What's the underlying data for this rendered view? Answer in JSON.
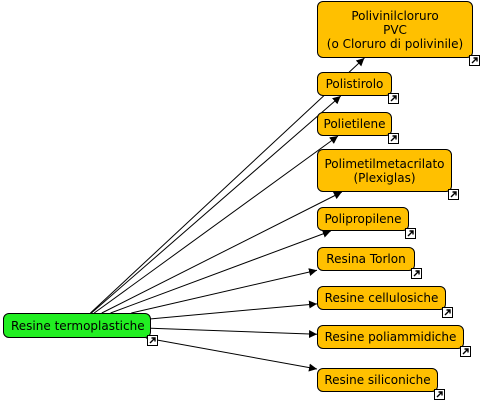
{
  "source": {
    "label": "Resine termoplastiche"
  },
  "targets": [
    {
      "label": "Polivinilcloruro\nPVC\n(o Cloruro di polivinile)"
    },
    {
      "label": "Polistirolo"
    },
    {
      "label": "Polietilene"
    },
    {
      "label": "Polimetilmetacrilato\n(Plexiglas)"
    },
    {
      "label": "Polipropilene"
    },
    {
      "label": "Resina Torlon"
    },
    {
      "label": "Resine cellulosiche"
    },
    {
      "label": "Resine poliammidiche"
    },
    {
      "label": "Resine siliconiche"
    }
  ],
  "colors": {
    "source_fill": "#22ee22",
    "target_fill": "#ffc000",
    "edge": "#000000"
  },
  "icon": "external-link-icon"
}
